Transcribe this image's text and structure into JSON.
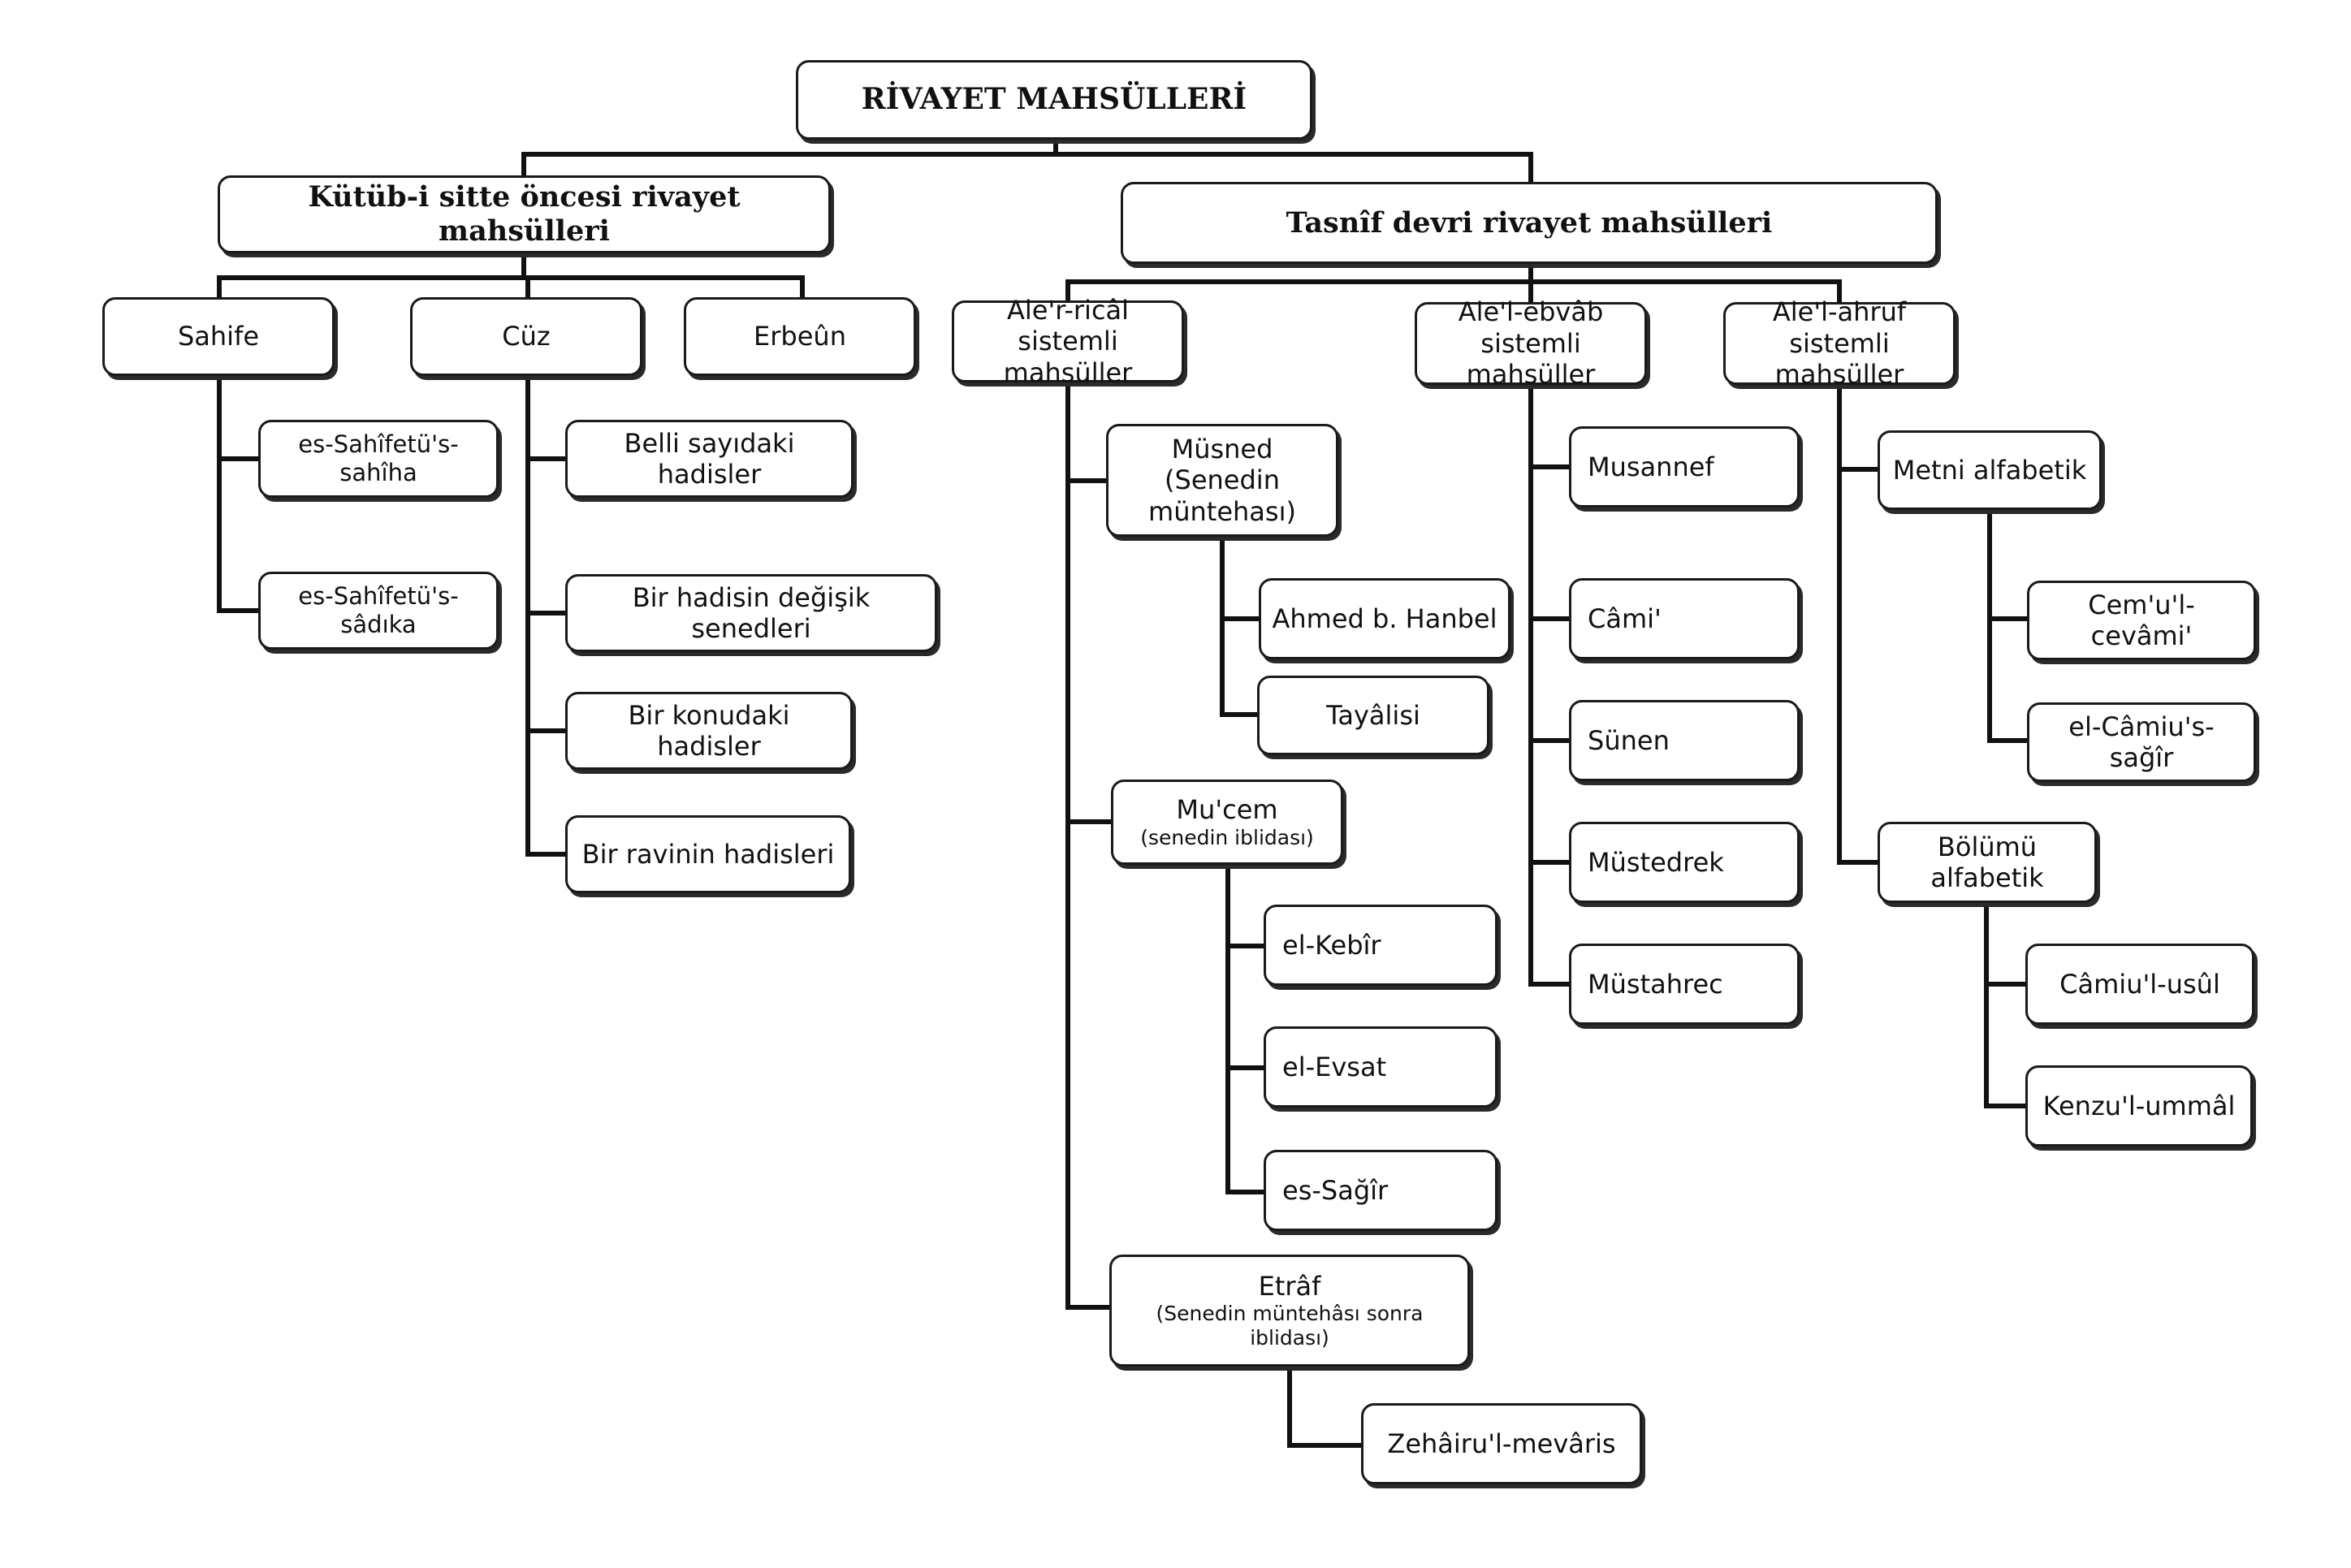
{
  "title": "RİVAYET MAHSÜLLERİ",
  "branches": {
    "left": {
      "label": "Kütüb-i sitte öncesi rivayet mahsülleri",
      "sahife": {
        "label": "Sahife",
        "items": [
          "es-Sahîfetü's-sahîha",
          "es-Sahîfetü's-sâdıka"
        ]
      },
      "cuz": {
        "label": "Cüz",
        "items": [
          "Belli sayıdaki hadisler",
          "Bir hadisin değişik senedleri",
          "Bir konudaki hadisler",
          "Bir ravinin hadisleri"
        ]
      },
      "erbeun": {
        "label": "Erbeûn"
      }
    },
    "right": {
      "label": "Tasnîf devri rivayet mahsülleri",
      "rical": {
        "label": "Ale'r-ricâl sistemli mahsüller",
        "musned": {
          "line1": "Müsned (Senedin",
          "line2": "müntehası)",
          "items": [
            "Ahmed b. Hanbel",
            "Tayâlisi"
          ]
        },
        "mucem": {
          "line1": "Mu'cem",
          "line2": "(senedin iblidası)",
          "items": [
            "el-Kebîr",
            "el-Evsat",
            "es-Sağîr"
          ]
        },
        "etraf": {
          "line1": "Etrâf",
          "line2": "(Senedin müntehâsı sonra",
          "line3": "iblidası)",
          "items": [
            "Zehâiru'l-mevâris"
          ]
        }
      },
      "ebvab": {
        "label": "Ale'l-ebvâb sistemli mahsüller",
        "items": [
          "Musannef",
          "Câmi'",
          "Sünen",
          "Müstedrek",
          "Müstahrec"
        ]
      },
      "ahruf": {
        "label": "Ale'l-ahruf sistemli mahsüller",
        "metni": {
          "label": "Metni alfabetik",
          "items": [
            "Cem'u'l-cevâmi'",
            "el-Câmiu's-sağîr"
          ]
        },
        "bolumu": {
          "label": "Bölümü alfabetik",
          "items": [
            "Câmiu'l-usûl",
            "Kenzu'l-ummâl"
          ]
        }
      }
    }
  }
}
